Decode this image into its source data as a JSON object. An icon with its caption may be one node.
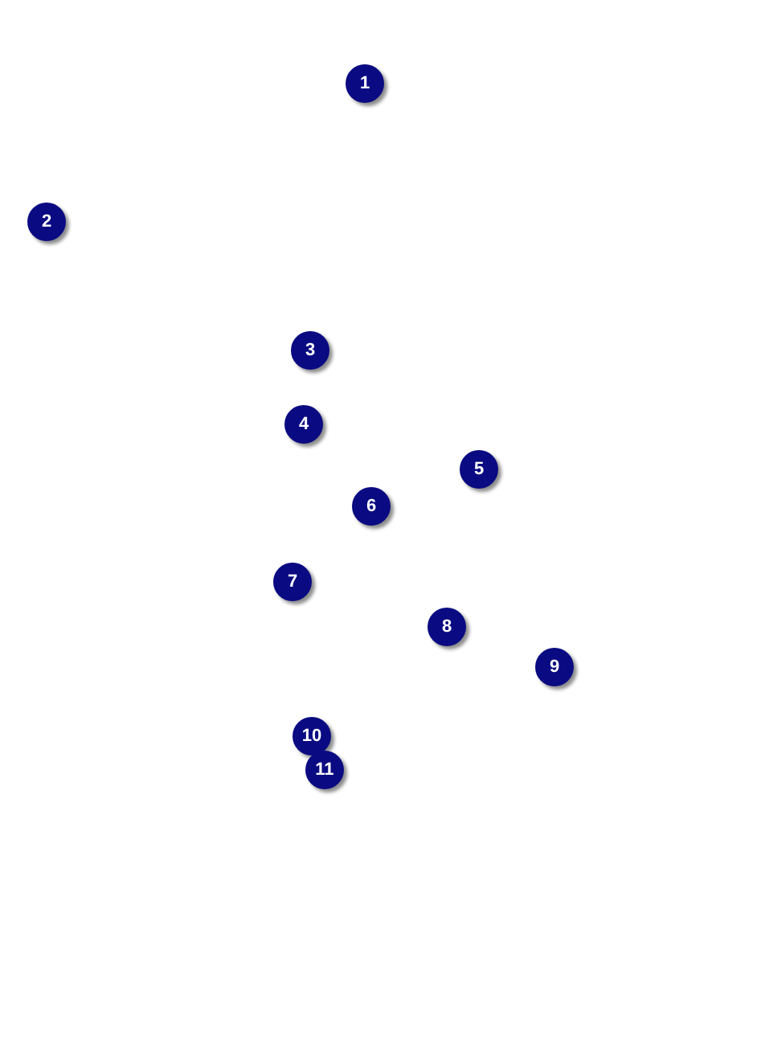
{
  "diagram": {
    "labels": [
      "1",
      "2",
      "3",
      "4",
      "5",
      "6",
      "7",
      "8",
      "9",
      "10",
      "11"
    ]
  }
}
